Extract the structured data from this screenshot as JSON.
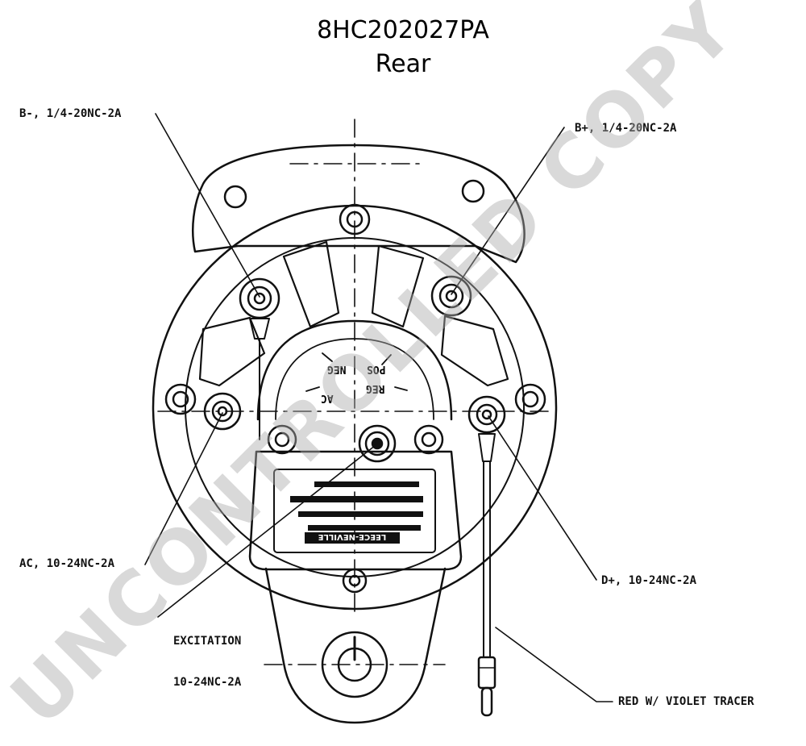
{
  "title": {
    "part_number": "8HC202027PA",
    "view": "Rear"
  },
  "callouts": {
    "b_minus": "B-, 1/4-20NC-2A",
    "b_plus": "B+, 1/4-20NC-2A",
    "ac": "AC, 10-24NC-2A",
    "excitation_line1": "EXCITATION",
    "excitation_line2": "10-24NC-2A",
    "d_plus": "D+, 10-24NC-2A",
    "wire": "RED W/ VIOLET TRACER"
  },
  "housing_marks": {
    "ac": "AC",
    "reg": "REG",
    "pos": "POS",
    "neg": "NEG"
  },
  "regulator_logo": "LEECE-NEVILLE",
  "watermark": "UNCONTROLLED COPY"
}
